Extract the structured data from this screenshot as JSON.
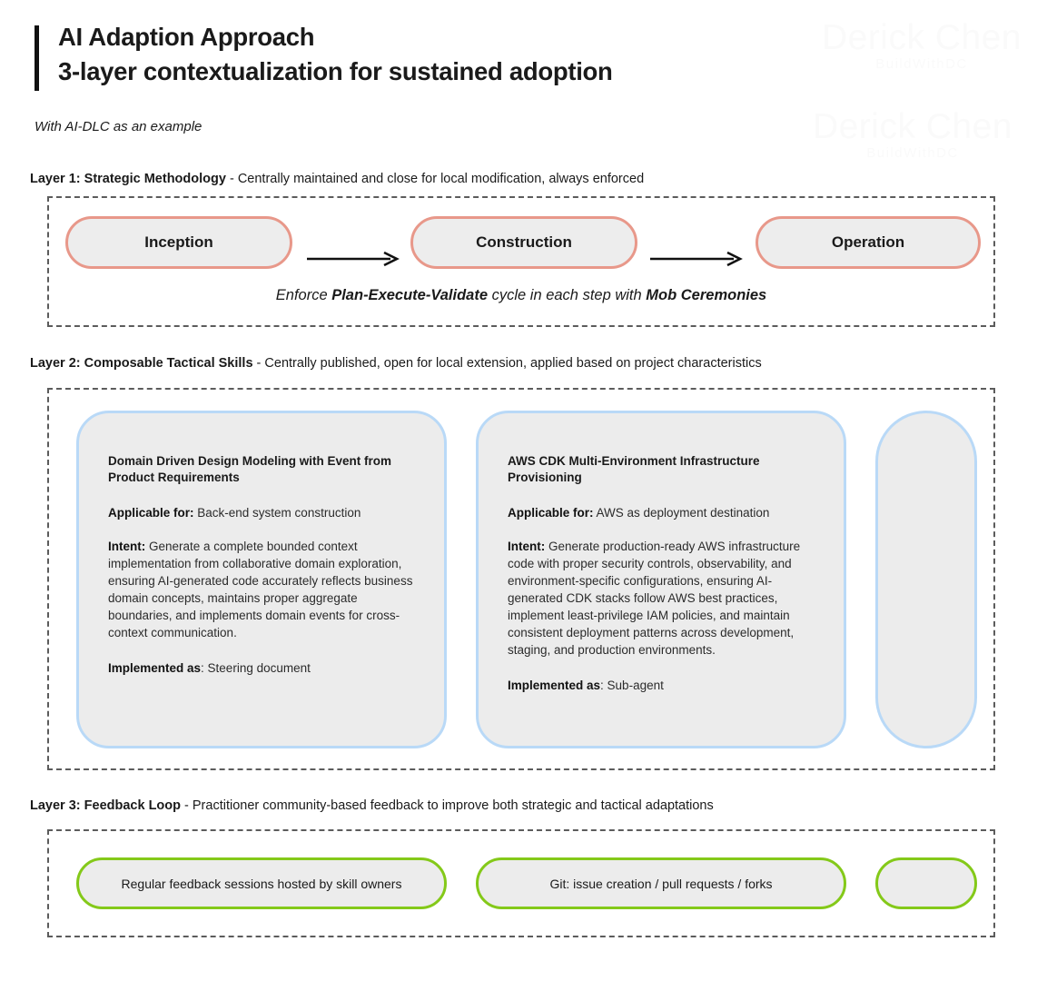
{
  "watermarks": [
    {
      "name": "Derick Chen",
      "sub": "BuildWithDC"
    },
    {
      "name": "Derick Chen",
      "sub": "BuildWithDC"
    }
  ],
  "header": {
    "title_line_1": "AI Adaption Approach",
    "title_line_2": "3-layer contextualization for sustained adoption",
    "note": "With AI-DLC as an example",
    "accent_color": "#111111"
  },
  "layer1": {
    "header_label": "Layer 1: Strategic Methodology",
    "header_desc": " - Centrally maintained and close for local modification, always enforced",
    "stages": [
      {
        "label": "Inception"
      },
      {
        "label": "Construction"
      },
      {
        "label": "Operation"
      }
    ],
    "caption_pre": "Enforce ",
    "caption_bold_1": "Plan-Execute-Validate",
    "caption_mid": " cycle in each step with ",
    "caption_bold_2": "Mob Ceremonies",
    "pill_border_color": "#e8988a"
  },
  "layer2": {
    "header_label": "Layer 2: Composable Tactical Skills",
    "header_desc": " - Centrally published, open for local extension, applied based on project characteristics",
    "card_border_color": "#b9d9f7",
    "cards": [
      {
        "title": "Domain Driven Design Modeling with Event from Product Requirements",
        "applicable_label": "Applicable for:",
        "applicable_value": " Back-end system construction",
        "intent_label": "Intent:",
        "intent_value": " Generate a complete bounded context implementation from collaborative domain exploration, ensuring AI-generated code accurately reflects business domain concepts, maintains proper aggregate boundaries, and implements domain events for cross-context communication.",
        "implemented_label": "Implemented as",
        "implemented_value": ": Steering document"
      },
      {
        "title": "AWS CDK Multi-Environment Infrastructure Provisioning",
        "applicable_label": "Applicable for:",
        "applicable_value": " AWS as deployment destination",
        "intent_label": "Intent:",
        "intent_value": " Generate production-ready AWS infrastructure code with proper security controls, observability, and environment-specific configurations, ensuring AI-generated CDK stacks follow AWS best practices, implement least-privilege IAM policies, and maintain consistent deployment patterns across development, staging, and production environments.",
        "implemented_label": "Implemented as",
        "implemented_value": ": Sub-agent"
      },
      {
        "title": "",
        "applicable_label": "",
        "applicable_value": "",
        "intent_label": "",
        "intent_value": "",
        "implemented_label": "",
        "implemented_value": ""
      }
    ]
  },
  "layer3": {
    "header_label": "Layer 3: Feedback Loop",
    "header_desc": " - Practitioner community-based feedback to improve both strategic and tactical adaptations",
    "pill_border_color": "#84c919",
    "pills": [
      {
        "label": "Regular feedback sessions hosted by skill owners"
      },
      {
        "label": "Git: issue creation / pull requests / forks"
      },
      {
        "label": ""
      }
    ]
  }
}
